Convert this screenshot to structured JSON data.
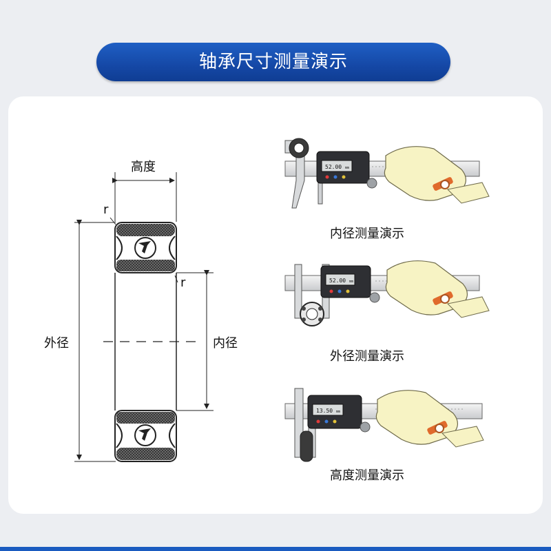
{
  "banner": {
    "title": "轴承尺寸测量演示"
  },
  "diagram": {
    "height_label": "高度",
    "outer_diameter_label": "外径",
    "inner_diameter_label": "内径",
    "radius_label_top": "r",
    "radius_label_side": "r"
  },
  "demos": [
    {
      "caption": "内径测量演示",
      "display": "52.00",
      "unit": "mm"
    },
    {
      "caption": "外径测量演示",
      "display": "52.00",
      "unit": "mm"
    },
    {
      "caption": "高度测量演示",
      "display": "13.50",
      "unit": "mm"
    }
  ],
  "colors": {
    "banner": "#1548a6",
    "background": "#eceef2",
    "panel": "#ffffff",
    "glove": "#f7f3c4",
    "watch_strap": "#e06a2c"
  }
}
